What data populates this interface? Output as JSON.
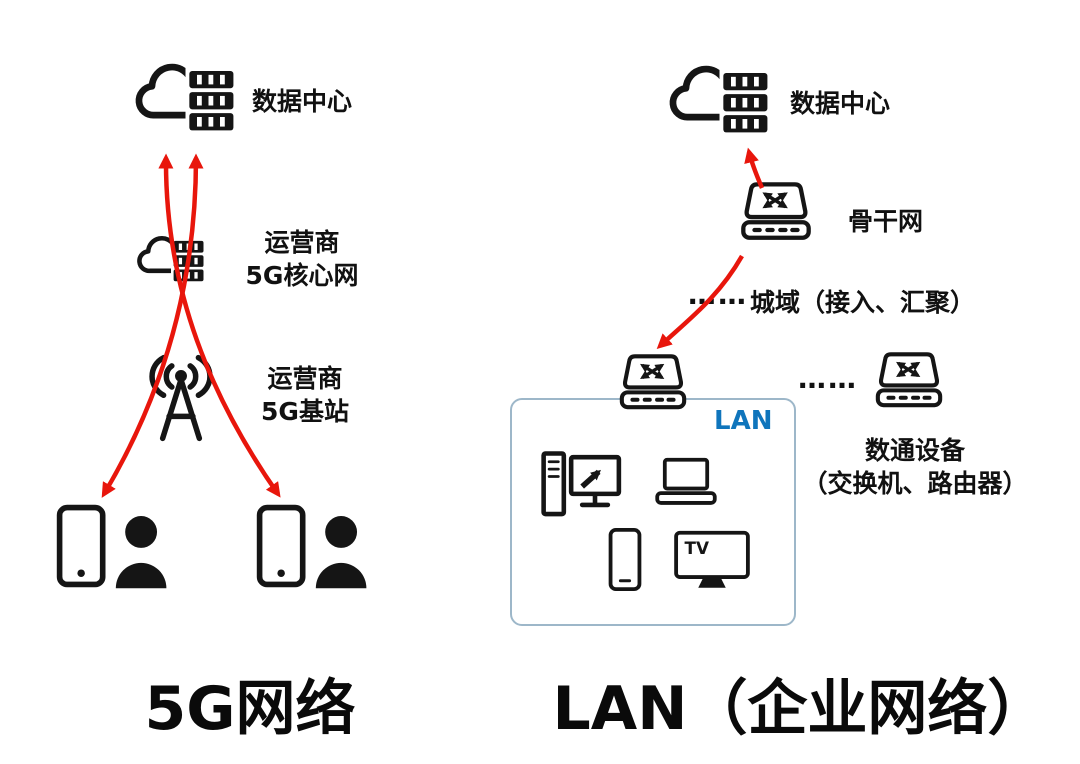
{
  "diagram": {
    "left": {
      "title": "5G网络",
      "data_center": {
        "label": "数据中心"
      },
      "core_network": {
        "line1": "运营商",
        "line2": "5G核心网"
      },
      "base_station": {
        "line1": "运营商",
        "line2": "5G基站"
      }
    },
    "right": {
      "title": "LAN（企业网络）",
      "data_center": {
        "label": "数据中心"
      },
      "backbone": {
        "label": "骨干网"
      },
      "metro": {
        "dots": "……",
        "label": "城域（接入、汇聚）"
      },
      "lan_box": {
        "label": "LAN"
      },
      "devices": {
        "dots": "……",
        "line1": "数通设备",
        "line2": "（交换机、路由器）"
      },
      "tv_label": "TV"
    },
    "icons": {
      "cloud_server": "cloud-server-icon",
      "switch": "switch-icon",
      "antenna": "antenna-icon",
      "phone_user": "phone-user-icon",
      "desktop": "desktop-computer-icon",
      "laptop": "laptop-icon",
      "phone": "smartphone-icon",
      "tv": "tv-icon"
    },
    "colors": {
      "arrow_red": "#e8160c",
      "icon_black": "#151515",
      "lan_blue": "#0f75bc",
      "lan_border": "#9db7c9"
    }
  }
}
